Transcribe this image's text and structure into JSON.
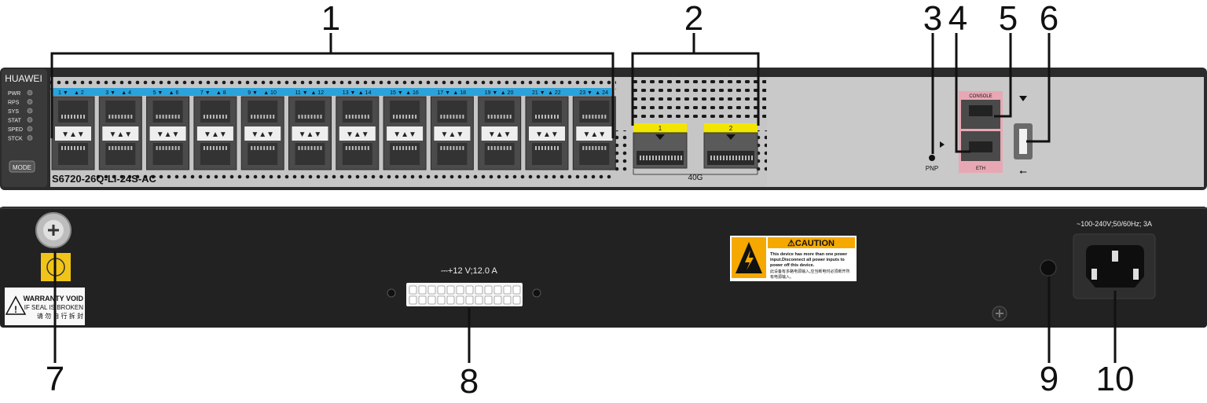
{
  "front_panel": {
    "brand": "HUAWEI",
    "leds": [
      "PWR",
      "RPS",
      "SYS",
      "STAT",
      "SPED",
      "STCK"
    ],
    "mode_button": "MODE",
    "model": "S6720-26Q-LI-24S-AC",
    "sfp_port_pairs": [
      [
        "1",
        "2"
      ],
      [
        "3",
        "4"
      ],
      [
        "5",
        "6"
      ],
      [
        "7",
        "8"
      ],
      [
        "9",
        "10"
      ],
      [
        "11",
        "12"
      ],
      [
        "13",
        "14"
      ],
      [
        "15",
        "16"
      ],
      [
        "17",
        "18"
      ],
      [
        "19",
        "20"
      ],
      [
        "21",
        "22"
      ],
      [
        "23",
        "24"
      ]
    ],
    "qsfp_ports": [
      "1",
      "2"
    ],
    "qsfp_label": "40G",
    "pnp_label": "PNP",
    "console_label": "CONSOLE",
    "eth_label": "ETH",
    "usb_symbol": "⭠"
  },
  "rear_panel": {
    "warranty": [
      "WARRANTY VOID",
      "IF SEAL IS BROKEN",
      "请 勿 自 行 拆 封"
    ],
    "dc_input_label": "⎓+12 V;12.0 A",
    "caution_title": "⚠CAUTION",
    "caution_lines": [
      "This device has more than one power",
      "input.Disconnect all power inputs to",
      "power off this device.",
      "此设备有多路电源输入,应当断电时必须断开所",
      "有电源输入。"
    ],
    "ac_input_label": "~100-240V;50/60Hz; 3A"
  },
  "callouts": [
    "1",
    "2",
    "3",
    "4",
    "5",
    "6",
    "7",
    "8",
    "9",
    "10"
  ],
  "colors": {
    "port_strip": "#2aa3dc",
    "qsfp_tag": "#f2e600",
    "chassis_dark": "#222222",
    "panel_gray": "#c8c8c8",
    "caution_yellow": "#f5a800",
    "console_pink": "#e7a8b4"
  }
}
